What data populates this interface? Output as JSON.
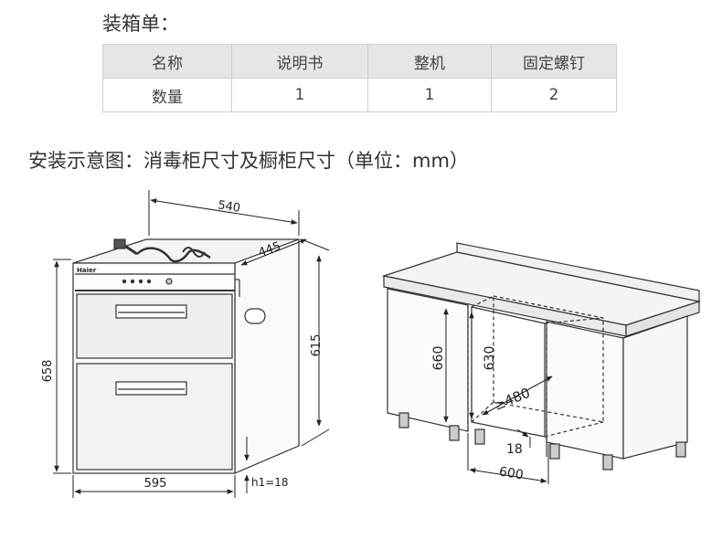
{
  "packing_list": {
    "title": "装箱单：",
    "headers": [
      "名称",
      "说明书",
      "整机",
      "固定螺钉"
    ],
    "rows": [
      [
        "数量",
        "1",
        "1",
        "2"
      ]
    ]
  },
  "install": {
    "title": "安装示意图：消毒柜尺寸及橱柜尺寸（单位：mm）"
  },
  "cabinet_diagram": {
    "brand": "Haier",
    "dims": {
      "width_top": "540",
      "depth": "445",
      "height_total": "658",
      "height_body": "615",
      "width_front": "595",
      "h1": "h1=18"
    }
  },
  "cupboard_diagram": {
    "dims": {
      "height_cabinet": "660",
      "height_opening": "630",
      "depth_min": "≥480",
      "gap": "18",
      "width_opening": "600"
    }
  }
}
